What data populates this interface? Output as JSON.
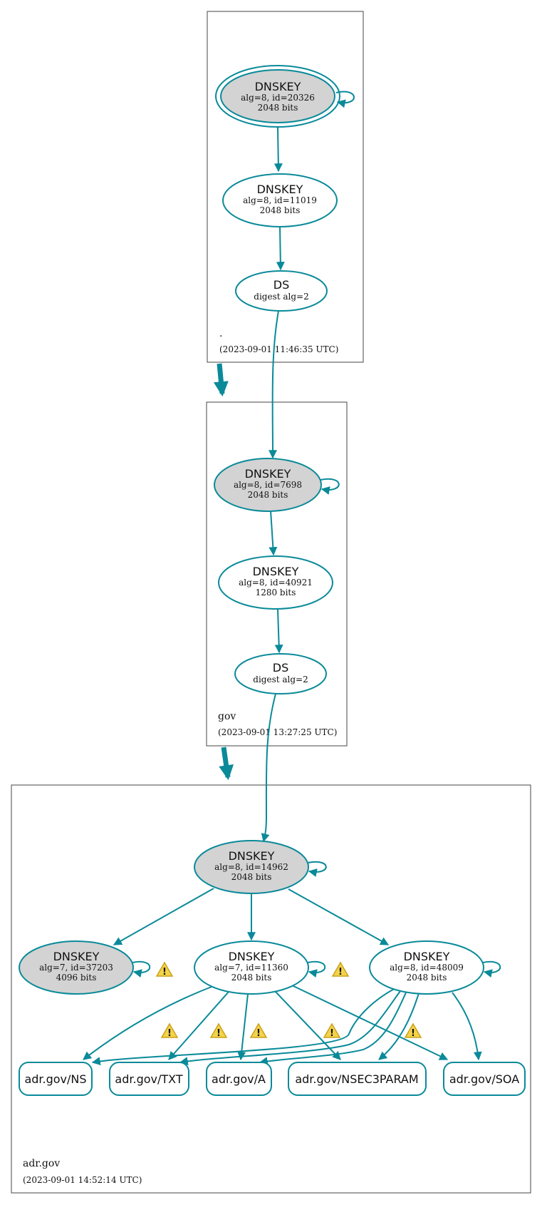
{
  "colors": {
    "edge": "#0a8a99",
    "ksk_fill": "#d3d3d3",
    "zone_border": "#444444",
    "warning": "#f3d34a"
  },
  "zones": [
    {
      "name": ".",
      "timestamp": "(2023-09-01 11:46:35 UTC)"
    },
    {
      "name": "gov",
      "timestamp": "(2023-09-01 13:27:25 UTC)"
    },
    {
      "name": "adr.gov",
      "timestamp": "(2023-09-01 14:52:14 UTC)"
    }
  ],
  "nodes": {
    "root_ksk": {
      "title": "DNSKEY",
      "line1": "alg=8, id=20326",
      "line2": "2048 bits"
    },
    "root_zsk": {
      "title": "DNSKEY",
      "line1": "alg=8, id=11019",
      "line2": "2048 bits"
    },
    "root_ds": {
      "title": "DS",
      "line1": "digest alg=2"
    },
    "gov_ksk": {
      "title": "DNSKEY",
      "line1": "alg=8, id=7698",
      "line2": "2048 bits"
    },
    "gov_zsk": {
      "title": "DNSKEY",
      "line1": "alg=8, id=40921",
      "line2": "1280 bits"
    },
    "gov_ds": {
      "title": "DS",
      "line1": "digest alg=2"
    },
    "adr_ksk": {
      "title": "DNSKEY",
      "line1": "alg=8, id=14962",
      "line2": "2048 bits"
    },
    "adr_k37203": {
      "title": "DNSKEY",
      "line1": "alg=7, id=37203",
      "line2": "4096 bits"
    },
    "adr_k11360": {
      "title": "DNSKEY",
      "line1": "alg=7, id=11360",
      "line2": "2048 bits"
    },
    "adr_k48009": {
      "title": "DNSKEY",
      "line1": "alg=8, id=48009",
      "line2": "2048 bits"
    }
  },
  "rrsets": [
    {
      "label": "adr.gov/NS"
    },
    {
      "label": "adr.gov/TXT"
    },
    {
      "label": "adr.gov/A"
    },
    {
      "label": "adr.gov/NSEC3PARAM"
    },
    {
      "label": "adr.gov/SOA"
    }
  ],
  "warnings": {
    "symbol": "!"
  }
}
